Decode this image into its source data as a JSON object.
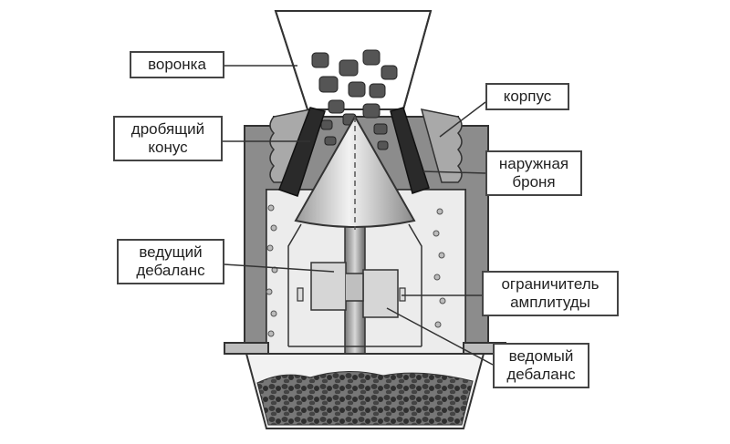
{
  "labels": {
    "funnel": "воронка",
    "crushing_cone": [
      "дробящий",
      "конус"
    ],
    "housing": "корпус",
    "outer_liner": [
      "наружная",
      "броня"
    ],
    "driving_unbalance": [
      "ведущий",
      "дебаланс"
    ],
    "amplitude_limiter": [
      "ограничитель",
      "амплитуды"
    ],
    "driven_unbalance": [
      "ведомый",
      "дебаланс"
    ]
  },
  "colors": {
    "outline": "#333333",
    "body_fill": "#8c8c8c",
    "liner_fill": "#2a2a2a",
    "rock_fill": "#555555",
    "cone_fill": "#d0d0d0",
    "label_border": "#444444"
  }
}
